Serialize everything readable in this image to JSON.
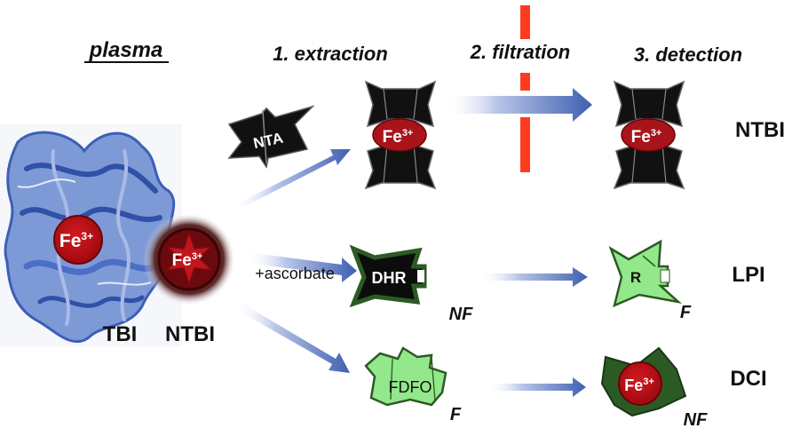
{
  "headers": {
    "plasma": "plasma",
    "extraction": "1. extraction",
    "filtration": "2. filtration",
    "detection": "3. detection"
  },
  "left": {
    "tbi_label": "TBI",
    "ntbi_label": "NTBI",
    "fe_text": "Fe",
    "fe_charge": "3+"
  },
  "reagents": {
    "nta": "NTA",
    "ascorbate": "+ascorbate",
    "dhr": "DHR",
    "fdfo": "FDFO",
    "r": "R"
  },
  "fluorescence": {
    "nf_dhr": "NF",
    "f_fdfo": "F",
    "f_r": "F",
    "nf_dci": "NF"
  },
  "outputs": {
    "ntbi": "NTBI",
    "lpi": "LPI",
    "dci": "DCI"
  },
  "colors": {
    "protein_blue": "#5577c4",
    "iron_red": "#b80e14",
    "arrow_blue": "#3f5fb0",
    "filter_red": "#ff3b1f",
    "light_green": "#92e88a",
    "dark_green": "#2c5a24",
    "black": "#111111"
  }
}
